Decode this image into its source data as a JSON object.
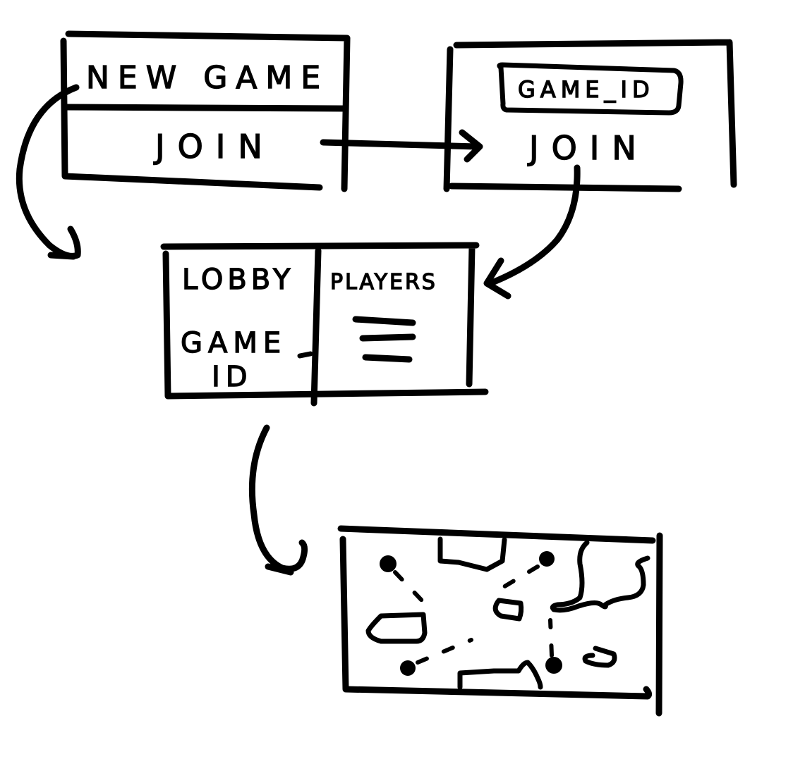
{
  "menu_screen": {
    "new_game_label": "NEW GAME",
    "join_label": "JOIN"
  },
  "join_screen": {
    "game_id_input_value": "GAME_ID",
    "join_label": "JOIN"
  },
  "lobby_screen": {
    "title": "LOBBY",
    "game_id_line1": "GAME",
    "game_id_line2": "ID",
    "players_label": "PLAYERS"
  },
  "game_screen": {
    "players_count": 4
  }
}
